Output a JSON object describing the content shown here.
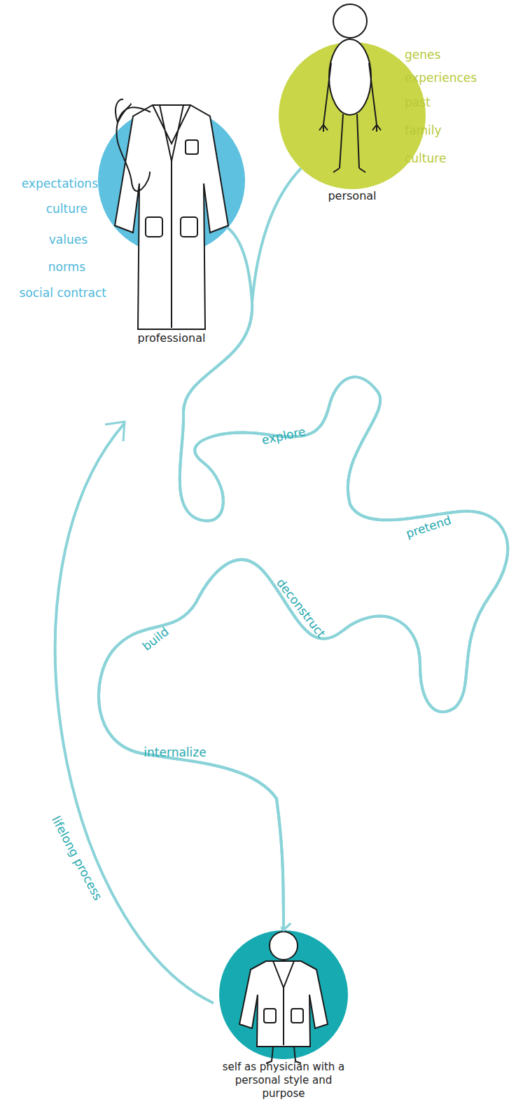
{
  "diagram": {
    "nodes": [
      {
        "text": [
          "personal"
        ]
      },
      {
        "text": [
          "professional"
        ]
      },
      {
        "text": [
          "self as physician with a personal style and purpose"
        ]
      }
    ],
    "edges": [
      {
        "from": 0,
        "to": 2,
        "arrow": "to"
      },
      {
        "from": 1,
        "to": 2,
        "arrow": "to"
      }
    ],
    "labels": [
      "genes",
      "experiences",
      "past",
      "family",
      "culture",
      "expectations",
      "culture",
      "values",
      "norms",
      "social contract",
      "explore",
      "pretend",
      "deconstruct",
      "build",
      "internalize",
      "lifelong process"
    ]
  }
}
